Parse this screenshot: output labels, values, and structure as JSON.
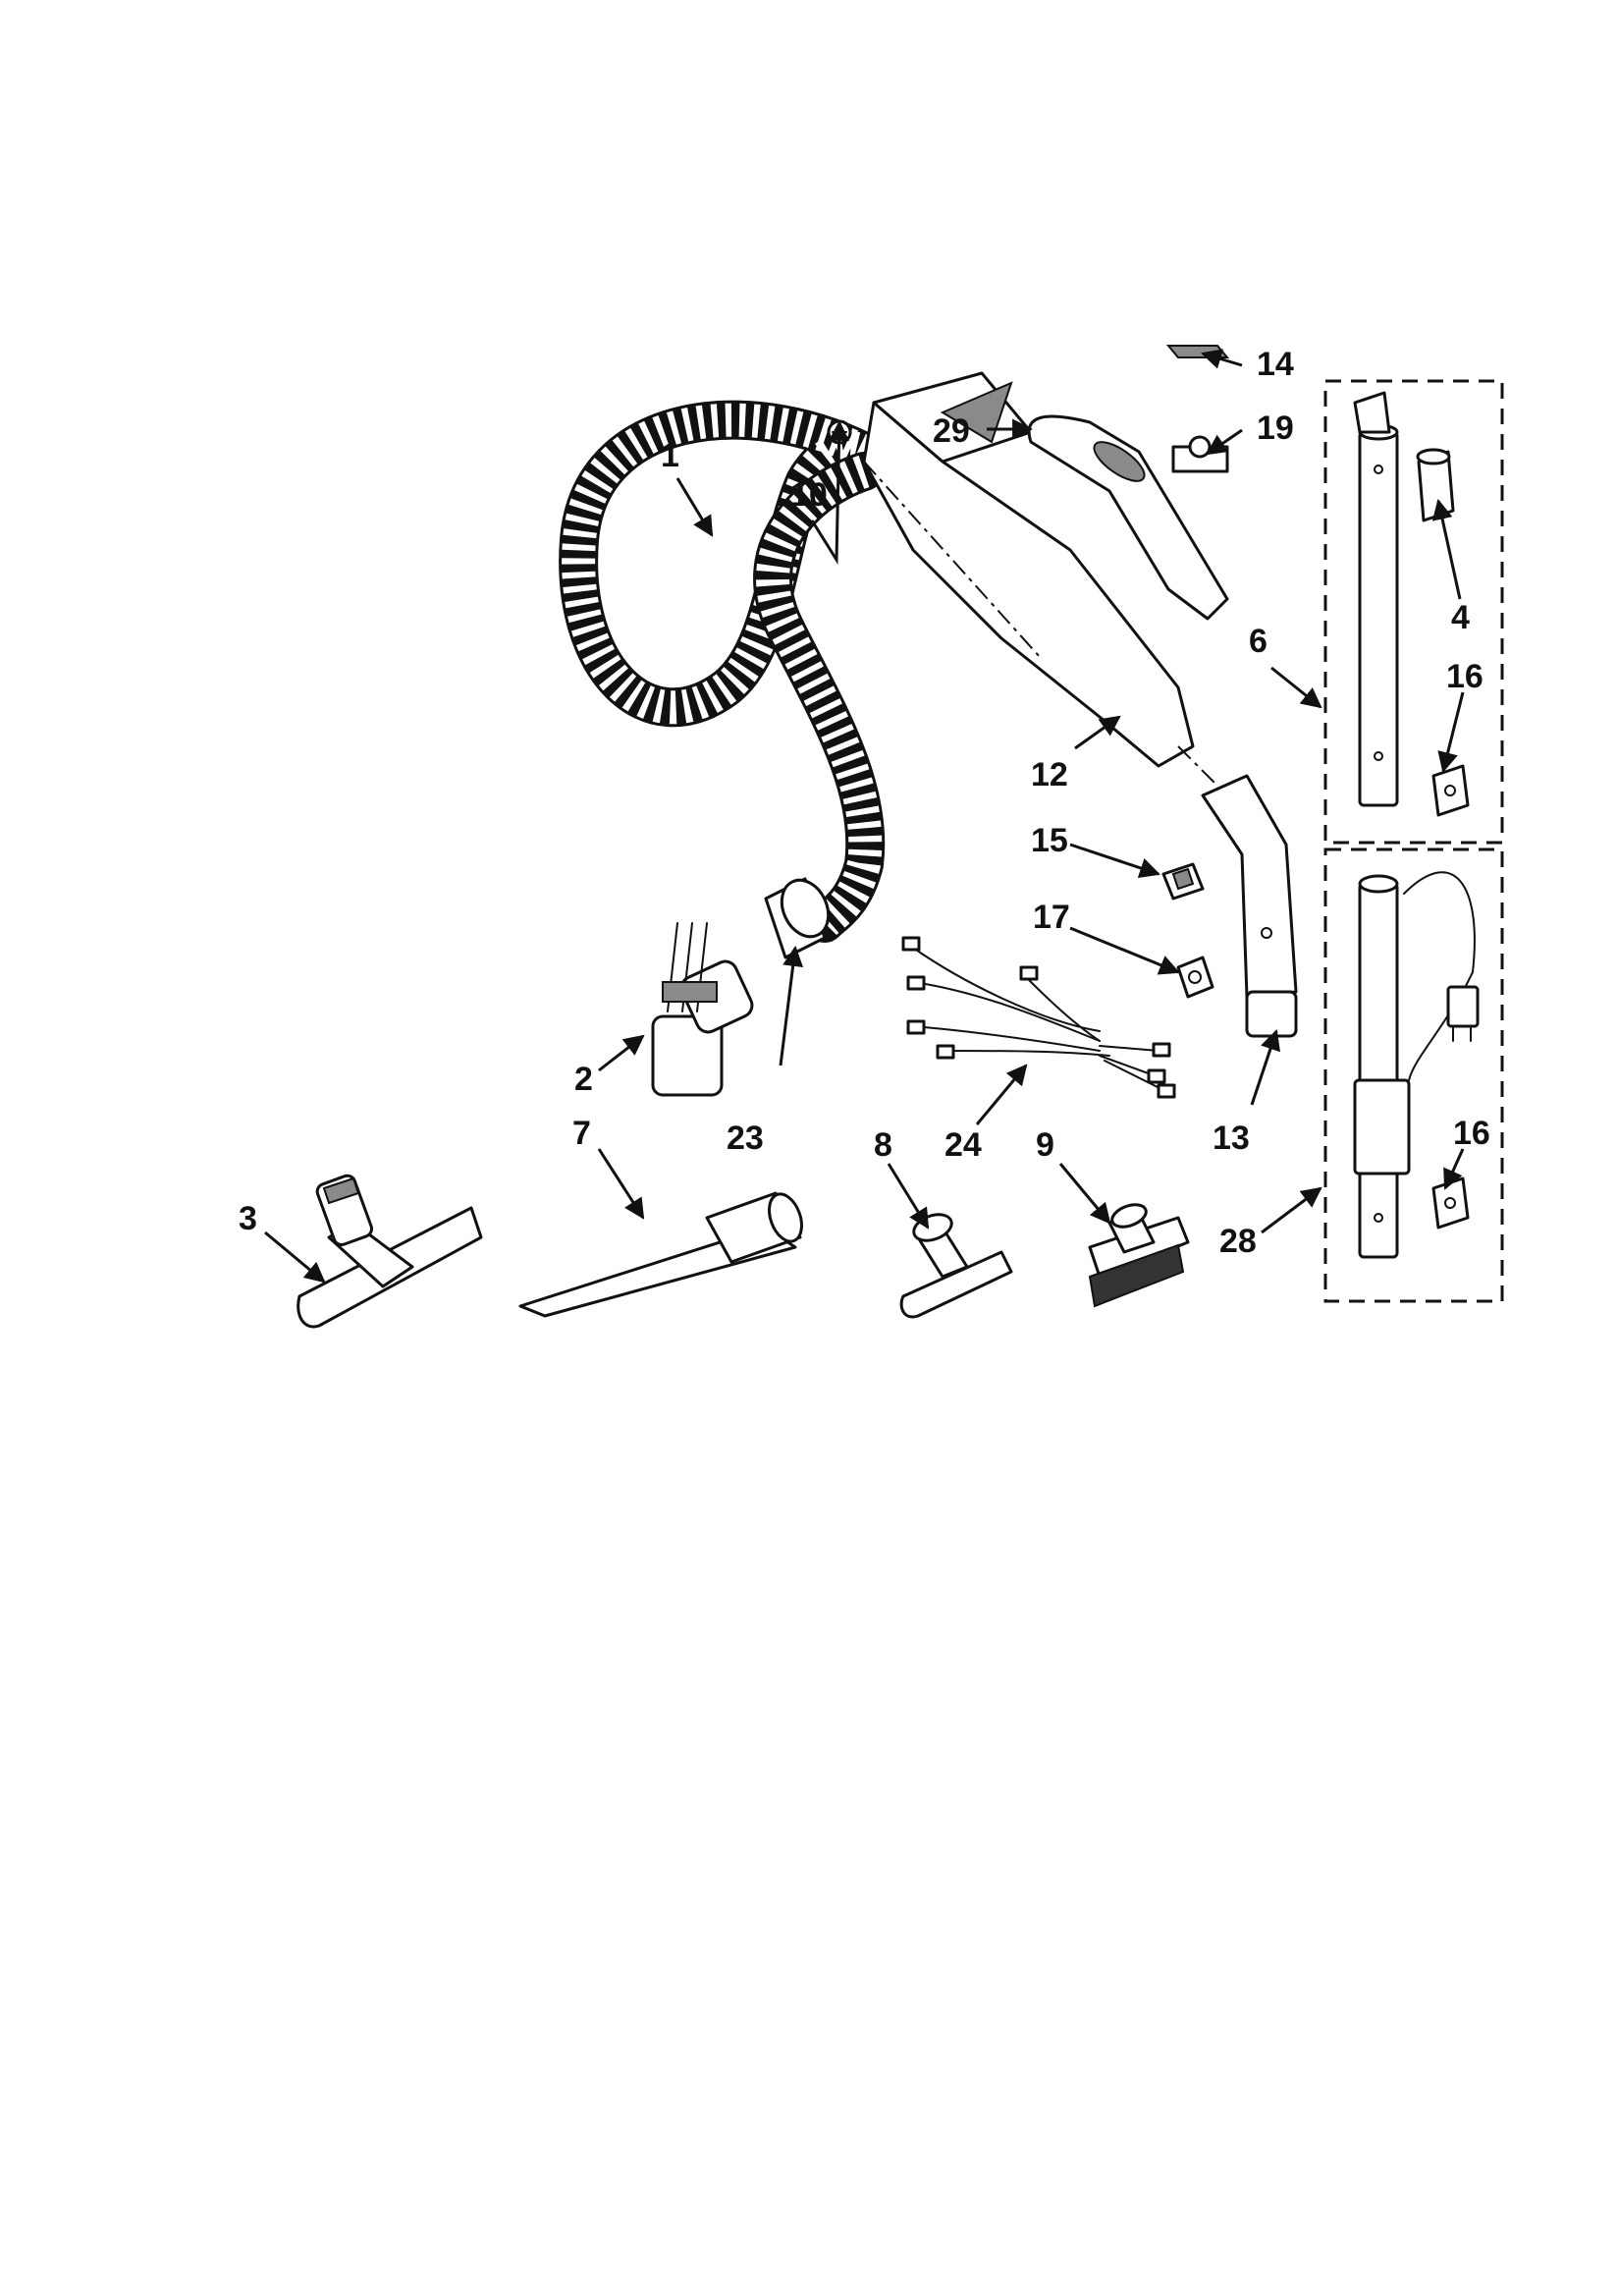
{
  "diagram": {
    "labels": {
      "l1": "1",
      "l2": "2",
      "l3": "3",
      "l4": "4",
      "l6": "6",
      "l7": "7",
      "l8": "8",
      "l9": "9",
      "l10": "10",
      "l12": "12",
      "l13": "13",
      "l14": "14",
      "l15": "15",
      "l16a": "16",
      "l16b": "16",
      "l17": "17",
      "l19": "19",
      "l23": "23",
      "l24": "24",
      "l28": "28",
      "l29": "29"
    },
    "colors": {
      "ink": "#111111",
      "paper": "#ffffff",
      "shade": "#8a8a8a"
    }
  }
}
